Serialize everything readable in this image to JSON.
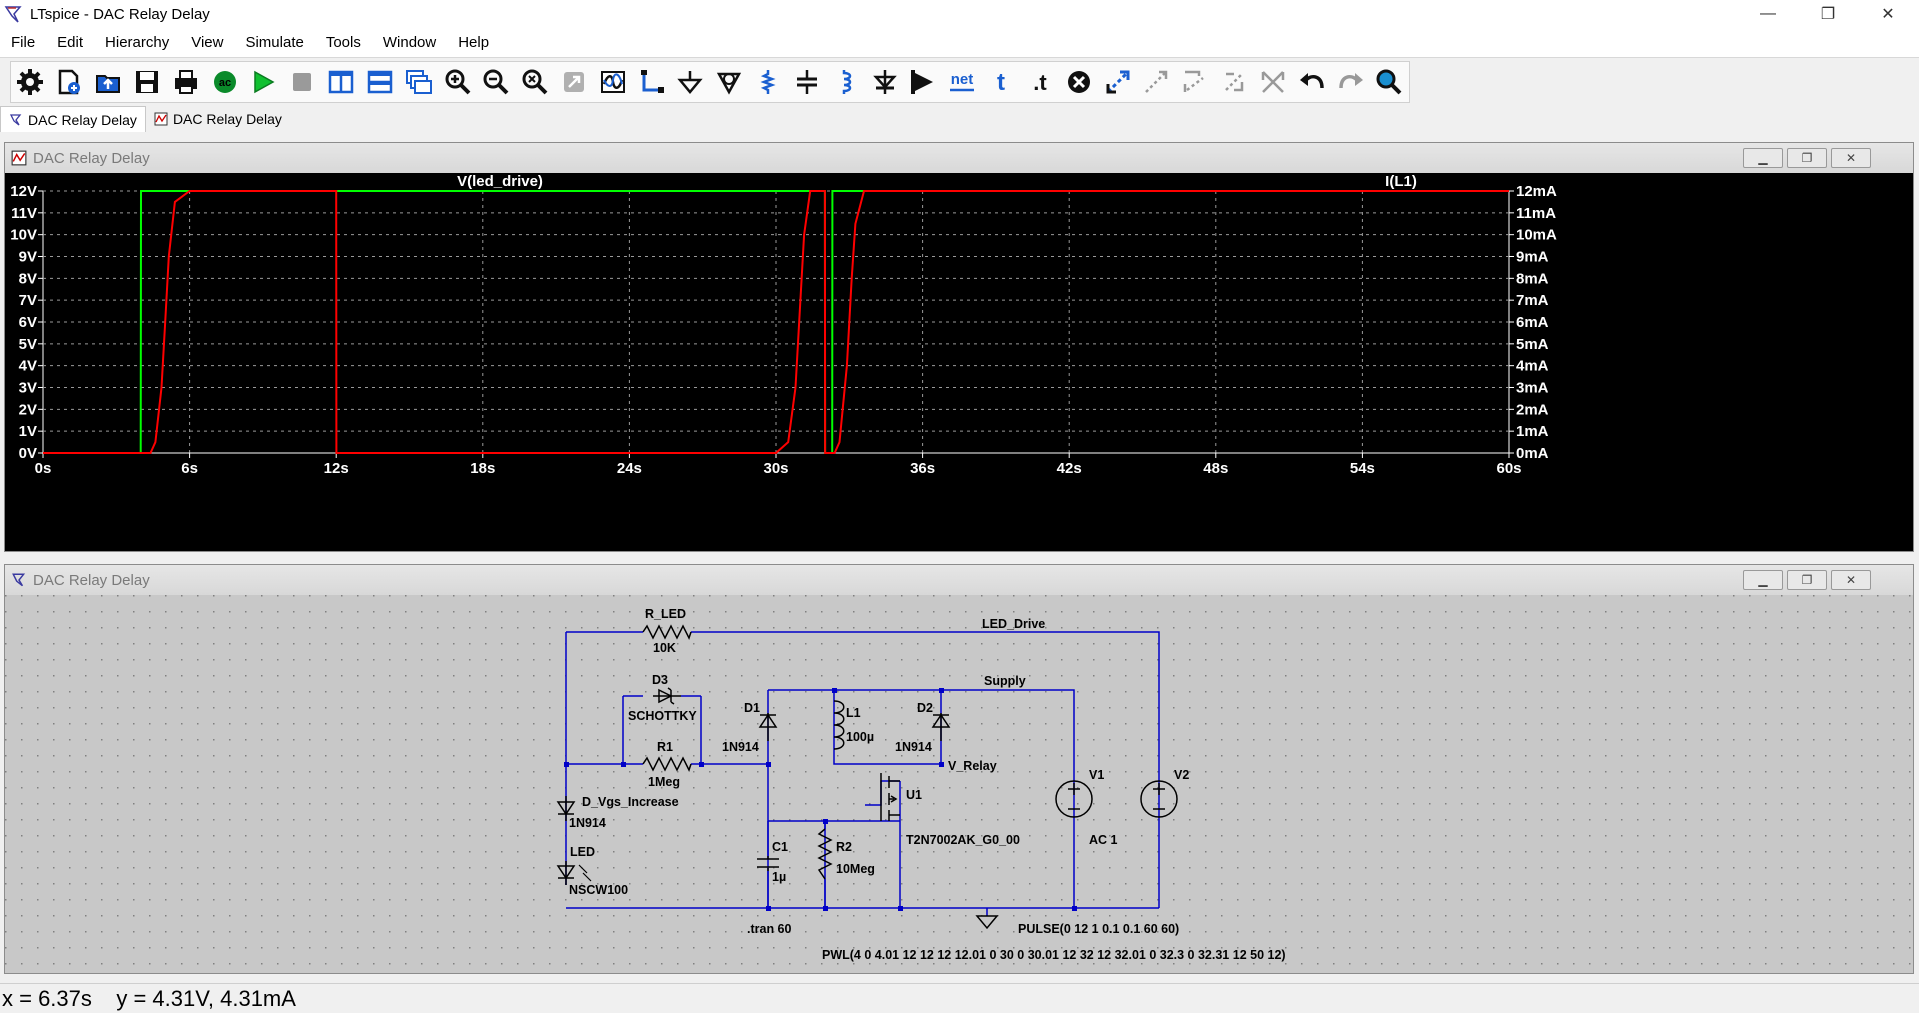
{
  "app": {
    "title": "LTspice - DAC Relay Delay"
  },
  "window_controls": {
    "minimize": "—",
    "restore": "❐",
    "close": "✕"
  },
  "menu": [
    "File",
    "Edit",
    "Hierarchy",
    "View",
    "Simulate",
    "Tools",
    "Window",
    "Help"
  ],
  "toolbar_icons": [
    "settings-icon",
    "new-schematic-icon",
    "open-icon",
    "save-icon",
    "print-icon",
    "control-panel-icon",
    "run-icon",
    "halt-icon",
    "tile-vertical-icon",
    "tile-horizontal-icon",
    "cascade-icon",
    "zoom-in-icon",
    "zoom-out-icon",
    "zoom-fit-icon",
    "zoom-back-icon",
    "autorange-icon",
    "wire-icon",
    "ground-icon",
    "voltage-probe-icon",
    "resistor-icon",
    "capacitor-icon",
    "inductor-icon",
    "diode-icon",
    "component-icon",
    "net-label-icon",
    "text-icon",
    "spice-directive-icon",
    "delete-icon",
    "duplicate-icon",
    "move-icon",
    "drag-icon",
    "rotate-icon",
    "mirror-icon",
    "undo-icon",
    "redo-icon",
    "find-icon"
  ],
  "toolbar_labels": {
    "net": "net",
    "text": "t",
    "directive": ".t"
  },
  "tabs": [
    {
      "label": "DAC Relay Delay",
      "icon": "schematic-icon",
      "active": true
    },
    {
      "label": "DAC Relay Delay",
      "icon": "waveform-icon",
      "active": false
    }
  ],
  "plot_window": {
    "title": "DAC Relay Delay"
  },
  "schematic_window": {
    "title": "DAC Relay Delay"
  },
  "chart_data": {
    "type": "line",
    "background": "#000000",
    "grid": true,
    "xlim": [
      0,
      60
    ],
    "ylim_left": [
      0,
      12
    ],
    "ylim_right": [
      0,
      12
    ],
    "x_ticks": [
      "0s",
      "6s",
      "12s",
      "18s",
      "24s",
      "30s",
      "36s",
      "42s",
      "48s",
      "54s",
      "60s"
    ],
    "y_ticks_left": [
      "0V",
      "1V",
      "2V",
      "3V",
      "4V",
      "5V",
      "6V",
      "7V",
      "8V",
      "9V",
      "10V",
      "11V",
      "12V"
    ],
    "y_ticks_right": [
      "0mA",
      "1mA",
      "2mA",
      "3mA",
      "4mA",
      "5mA",
      "6mA",
      "7mA",
      "8mA",
      "9mA",
      "10mA",
      "11mA",
      "12mA"
    ],
    "series": [
      {
        "name": "V(led_drive)",
        "color": "#00ff00",
        "axis": "left",
        "x": [
          0,
          4,
          4.01,
          12,
          12.01,
          30,
          30.01,
          32,
          32.01,
          32.3,
          32.31,
          60
        ],
        "y": [
          0,
          0,
          12,
          12,
          12,
          12,
          12,
          12,
          0,
          0,
          12,
          12
        ]
      },
      {
        "name": "I(L1)",
        "color": "#ff0000",
        "axis": "left",
        "x": [
          0,
          4.4,
          4.6,
          4.85,
          5.0,
          5.15,
          5.4,
          6.0,
          12.0,
          12.01,
          30.0,
          30.5,
          30.8,
          31.0,
          31.15,
          31.4,
          32.0,
          32.01,
          32.4,
          32.6,
          32.9,
          33.1,
          33.25,
          33.6,
          34.0,
          60
        ],
        "y": [
          0,
          0,
          0.5,
          3,
          6,
          9,
          11.5,
          12,
          12,
          0,
          0,
          0.5,
          3,
          7,
          10,
          12,
          12,
          0,
          0,
          0.5,
          4,
          8,
          10.5,
          12,
          12,
          12
        ]
      }
    ]
  },
  "schematic": {
    "labels": {
      "r_led": "R_LED",
      "r_led_val": "10K",
      "led_drive": "LED_Drive",
      "d3": "D3",
      "d3_val": "SCHOTTKY",
      "r1": "R1",
      "r1_val": "1Meg",
      "d1": "D1",
      "d1_val": "1N914",
      "l1": "L1",
      "l1_val": "100µ",
      "d2": "D2",
      "d2_val": "1N914",
      "supply": "Supply",
      "v_relay": "V_Relay",
      "v1": "V1",
      "v2": "V2",
      "u1": "U1",
      "u1_val": "T2N7002AK_G0_00",
      "ac1": "AC 1",
      "d_vgs": "D_Vgs_Increase",
      "d_vgs_val": "1N914",
      "led": "LED",
      "led_val": "NSCW100",
      "c1": "C1",
      "c1_val": "1µ",
      "r2": "R2",
      "r2_val": "10Meg",
      "tran": ".tran 60",
      "pulse": "PULSE(0 12 1 0.1 0.1 60 60)",
      "pwl": "PWL(4 0 4.01 12 12 12 12.01 0 30 0 30.01 12 32 12 32.01 0 32.3 0 32.31 12 50 12)"
    }
  },
  "status_bar": {
    "x_readout": "x = 6.37s",
    "y_readout": "y = 4.31V, 4.31mA"
  }
}
